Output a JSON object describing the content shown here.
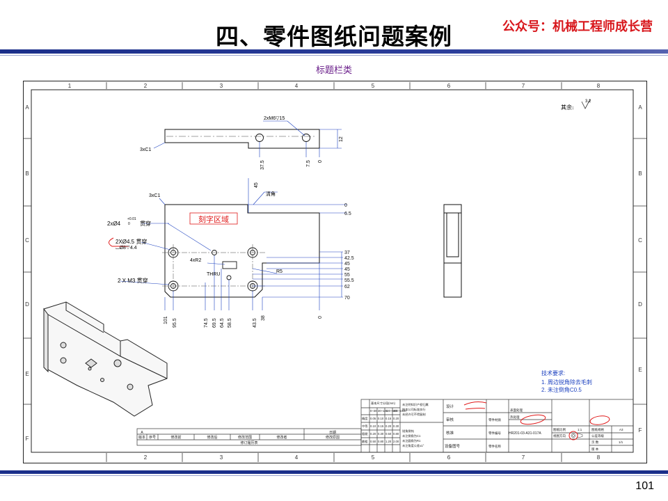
{
  "header": {
    "title": "四、零件图纸问题案例",
    "wechat": "公众号：机械工程师成长营"
  },
  "subtitle": "标题栏类",
  "page_number": "101",
  "drawing": {
    "border_columns": [
      "1",
      "2",
      "3",
      "4",
      "5",
      "6",
      "7",
      "8"
    ],
    "border_rows": [
      "A",
      "B",
      "C",
      "D",
      "E",
      "F"
    ],
    "roughness_label": "其余:",
    "roughness_value": "3.2",
    "top_view": {
      "chamfer": "3xC1",
      "hole_callout": "2xM6▽15",
      "dims": [
        "37.5",
        "7.5",
        "0",
        "12"
      ]
    },
    "front_view": {
      "chamfer": "3xC1",
      "corner_dim": "45",
      "corner_note": "清角",
      "engrave_area": "刻字区域",
      "callout_1a": "2xØ4",
      "callout_1b": "+0.01",
      "callout_1c": "0",
      "callout_1d": "贯穿",
      "callout_2a": "2XØ4.5 贯穿",
      "callout_2b": "⌴Ø8▽4.4",
      "callout_3": "2 X M3 贯穿",
      "radius_1": "4xR2",
      "thru": "THRU",
      "radius_2": "R5",
      "right_dims": [
        "0",
        "6.5",
        "37",
        "42.5",
        "45",
        "45",
        "55",
        "55.5",
        "62",
        "70"
      ],
      "bottom_dims": [
        "101",
        "95.5",
        "74.5",
        "69.5",
        "64.5",
        "58.5",
        "43.5",
        "38",
        "0"
      ]
    },
    "tech_requirements": {
      "title": "技术要求:",
      "items": [
        "1. 周边锐角除去毛刺",
        "2. 未注倒角C0.5"
      ]
    },
    "title_block": {
      "rev_row_a": "A",
      "rev_headers": [
        "版本",
        "序号",
        "修改前",
        "修改后",
        "修改范围",
        "修改者",
        "修改原因"
      ],
      "rev_history": "修订履历表",
      "date_label": "日期",
      "tol_title": "基本尺寸分段(mm)",
      "tol_header": [
        "0~30",
        "30~120",
        "120~400",
        "400~1000"
      ],
      "tol_rows": [
        [
          "精度",
          "0.05",
          "0.10",
          "0.15",
          "0.20"
        ],
        [
          "中等",
          "0.10",
          "0.15",
          "0.20",
          "0.30"
        ],
        [
          "粗糙",
          "0.20",
          "0.30",
          "0.50",
          "0.80"
        ],
        [
          "最粗",
          "0.50",
          "0.80",
          "1.20",
          "2.00"
        ]
      ],
      "notes_group": [
        "未注明知识产权归属",
        "按本公司标准执行",
        "未经许可不得复制"
      ],
      "edge_notes": [
        "锐角倒钝",
        "未注倒角为C1",
        "未注圆角为R1",
        "未注角度公差±1°"
      ],
      "roles": [
        "设计",
        "审核",
        "核准",
        "设备图号"
      ],
      "fields": {
        "material_label": "零件材质",
        "surface_label": "表面处理",
        "heat_label": "热处理",
        "part_no_label": "零件编号",
        "part_no_value": "HR201-03-A31-017A",
        "part_name_label": "零件名称",
        "scale_label": "图纸比例",
        "scale_value": "1:1",
        "projection_label": "视图方向",
        "format_label": "图纸规格",
        "format_value": "A3",
        "tolerance_label": "公差等级",
        "pages_label": "页 数",
        "pages_value": "1/1",
        "version_label": "版 本"
      }
    }
  },
  "colors": {
    "title_red": "#d8171c",
    "subtitle_purple": "#6a1e8a",
    "bar_blue": "#1b2f8a",
    "dim_blue": "#1a3fbf",
    "markup_red": "#e01818"
  }
}
